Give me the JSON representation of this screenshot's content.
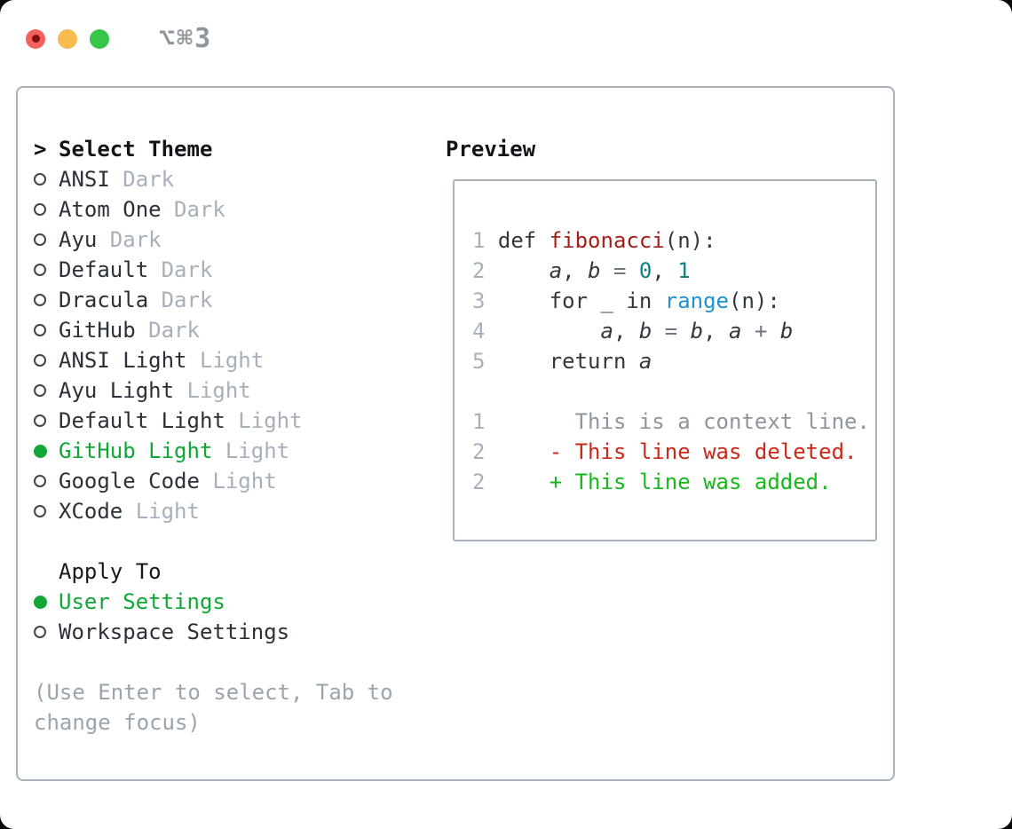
{
  "window": {
    "title": "⌥⌘3",
    "traffic_lights": [
      "close",
      "minimize",
      "zoom"
    ]
  },
  "colors": {
    "selected_green": "#10a737",
    "added_green": "#17b81c",
    "deleted_red": "#c9291a",
    "function_red": "#a51f1a",
    "number_teal": "#0e8181",
    "builtin_blue": "#1e93cf",
    "muted_gray": "#a7b0ba",
    "hint_gray": "#9aa4ae",
    "border_gray": "#a9b1ba"
  },
  "theme_panel": {
    "prompt": ">",
    "header": "Select Theme",
    "items": [
      {
        "name": "ANSI",
        "variant": "Dark",
        "selected": false
      },
      {
        "name": "Atom One",
        "variant": "Dark",
        "selected": false
      },
      {
        "name": "Ayu",
        "variant": "Dark",
        "selected": false
      },
      {
        "name": "Default",
        "variant": "Dark",
        "selected": false
      },
      {
        "name": "Dracula",
        "variant": "Dark",
        "selected": false
      },
      {
        "name": "GitHub",
        "variant": "Dark",
        "selected": false
      },
      {
        "name": "ANSI Light",
        "variant": "Light",
        "selected": false
      },
      {
        "name": "Ayu Light",
        "variant": "Light",
        "selected": false
      },
      {
        "name": "Default Light",
        "variant": "Light",
        "selected": false
      },
      {
        "name": "GitHub Light",
        "variant": "Light",
        "selected": true
      },
      {
        "name": "Google Code",
        "variant": "Light",
        "selected": false
      },
      {
        "name": "XCode",
        "variant": "Light",
        "selected": false
      }
    ]
  },
  "apply_panel": {
    "header": "Apply To",
    "options": [
      {
        "label": "User Settings",
        "selected": true
      },
      {
        "label": "Workspace Settings",
        "selected": false
      }
    ]
  },
  "hint": {
    "line1": "(Use Enter to select, Tab to",
    "line2": "change focus)"
  },
  "preview": {
    "header": "Preview",
    "lines": [
      {
        "kind": "code",
        "tokens": [
          {
            "t": "1 ",
            "c": "ln"
          },
          {
            "t": "def ",
            "c": "pl"
          },
          {
            "t": "fibonacci",
            "c": "fn"
          },
          {
            "t": "(n):",
            "c": "pl"
          }
        ]
      },
      {
        "kind": "code",
        "tokens": [
          {
            "t": "2 ",
            "c": "ln"
          },
          {
            "t": "    ",
            "c": "pl"
          },
          {
            "t": "a",
            "c": "var"
          },
          {
            "t": ", ",
            "c": "pl"
          },
          {
            "t": "b",
            "c": "var"
          },
          {
            "t": " ",
            "c": "pl"
          },
          {
            "t": "=",
            "c": "op"
          },
          {
            "t": " ",
            "c": "pl"
          },
          {
            "t": "0",
            "c": "num"
          },
          {
            "t": ", ",
            "c": "pl"
          },
          {
            "t": "1",
            "c": "num"
          }
        ]
      },
      {
        "kind": "code",
        "tokens": [
          {
            "t": "3 ",
            "c": "ln"
          },
          {
            "t": "    for _ in ",
            "c": "pl"
          },
          {
            "t": "range",
            "c": "bi"
          },
          {
            "t": "(n):",
            "c": "pl"
          }
        ]
      },
      {
        "kind": "code",
        "tokens": [
          {
            "t": "4 ",
            "c": "ln"
          },
          {
            "t": "        ",
            "c": "pl"
          },
          {
            "t": "a",
            "c": "var"
          },
          {
            "t": ", ",
            "c": "pl"
          },
          {
            "t": "b",
            "c": "var"
          },
          {
            "t": " ",
            "c": "pl"
          },
          {
            "t": "=",
            "c": "op"
          },
          {
            "t": " ",
            "c": "pl"
          },
          {
            "t": "b",
            "c": "var"
          },
          {
            "t": ", ",
            "c": "pl"
          },
          {
            "t": "a",
            "c": "var"
          },
          {
            "t": " ",
            "c": "pl"
          },
          {
            "t": "+",
            "c": "op"
          },
          {
            "t": " ",
            "c": "pl"
          },
          {
            "t": "b",
            "c": "var"
          }
        ]
      },
      {
        "kind": "code",
        "tokens": [
          {
            "t": "5 ",
            "c": "ln"
          },
          {
            "t": "    return ",
            "c": "pl"
          },
          {
            "t": "a",
            "c": "var"
          }
        ]
      },
      {
        "kind": "blank",
        "tokens": [
          {
            "t": " ",
            "c": "pl"
          }
        ]
      },
      {
        "kind": "diff-context",
        "tokens": [
          {
            "t": "1",
            "c": "ln"
          },
          {
            "t": "       This is a context line.",
            "c": "ctx"
          }
        ]
      },
      {
        "kind": "diff-deleted",
        "tokens": [
          {
            "t": "2",
            "c": "ln"
          },
          {
            "t": "     - This line was deleted.",
            "c": "del"
          }
        ]
      },
      {
        "kind": "diff-added",
        "tokens": [
          {
            "t": "2",
            "c": "ln"
          },
          {
            "t": "     + This line was added.",
            "c": "add"
          }
        ]
      }
    ]
  }
}
